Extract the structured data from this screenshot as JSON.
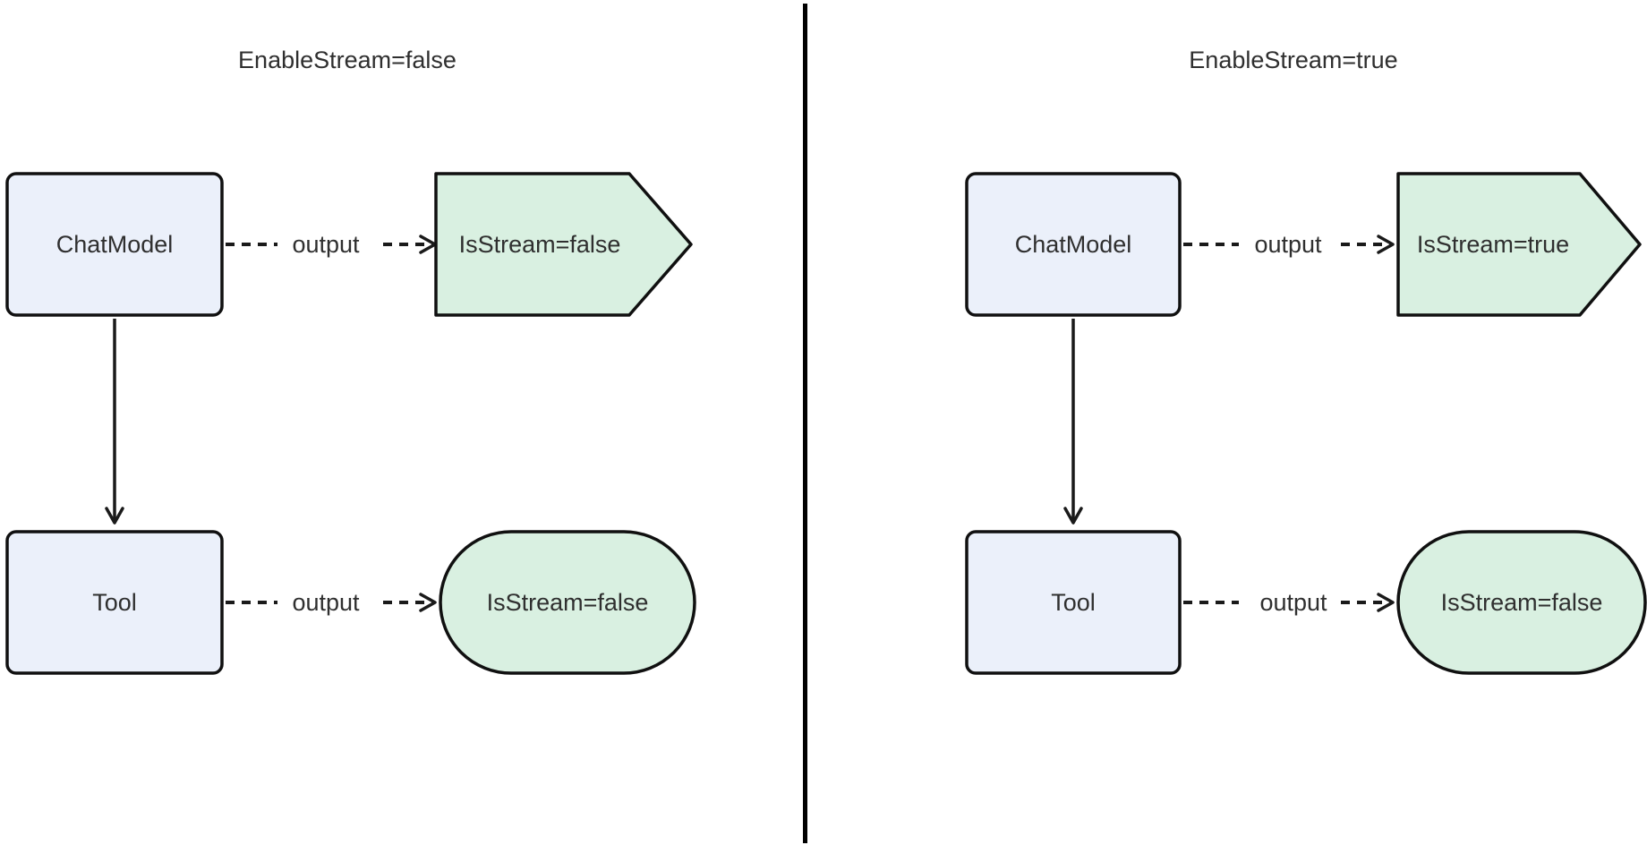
{
  "colors": {
    "background": "#ffffff",
    "node_fill": "#ebf0fa",
    "result_fill": "#d9f0e1",
    "stroke": "#101010",
    "edge": "#1a1a1a",
    "text": "#2f2f2f",
    "divider": "#000000"
  },
  "panels": [
    {
      "title": "EnableStream=false",
      "nodes": {
        "chat_model": "ChatModel",
        "tool": "Tool"
      },
      "edges": {
        "chat_output": "output",
        "tool_output": "output"
      },
      "results": {
        "chat_stream": "IsStream=false",
        "tool_stream": "IsStream=false"
      }
    },
    {
      "title": "EnableStream=true",
      "nodes": {
        "chat_model": "ChatModel",
        "tool": "Tool"
      },
      "edges": {
        "chat_output": "output",
        "tool_output": "output"
      },
      "results": {
        "chat_stream": "IsStream=true",
        "tool_stream": "IsStream=false"
      }
    }
  ]
}
